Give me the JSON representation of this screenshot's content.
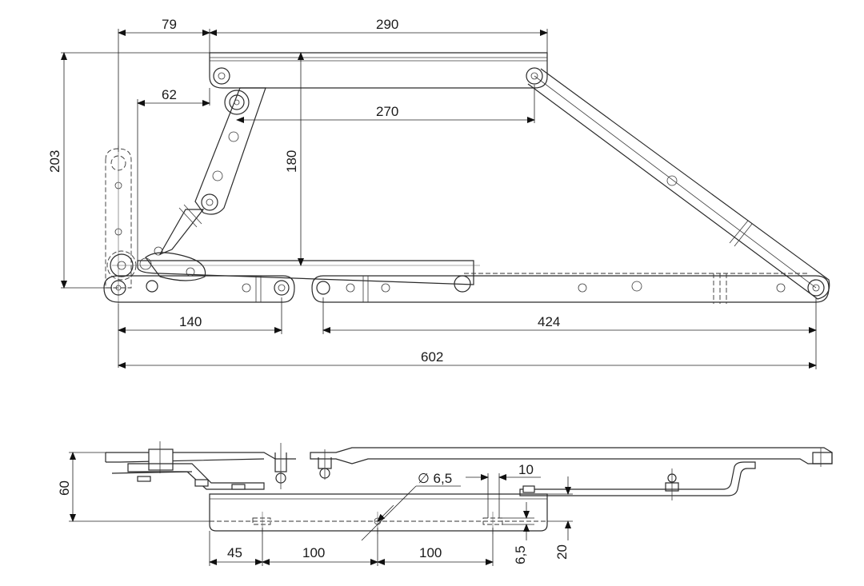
{
  "top_view": {
    "dimensions": {
      "d79": "79",
      "d290": "290",
      "d62": "62",
      "d270": "270",
      "d203": "203",
      "d180": "180",
      "d140": "140",
      "d424": "424",
      "d602": "602"
    }
  },
  "side_view": {
    "dimensions": {
      "d60": "60",
      "d_phi": "∅ 6,5",
      "d10": "10",
      "d45": "45",
      "d100a": "100",
      "d100b": "100",
      "d6_5": "6,5",
      "d20": "20"
    }
  }
}
